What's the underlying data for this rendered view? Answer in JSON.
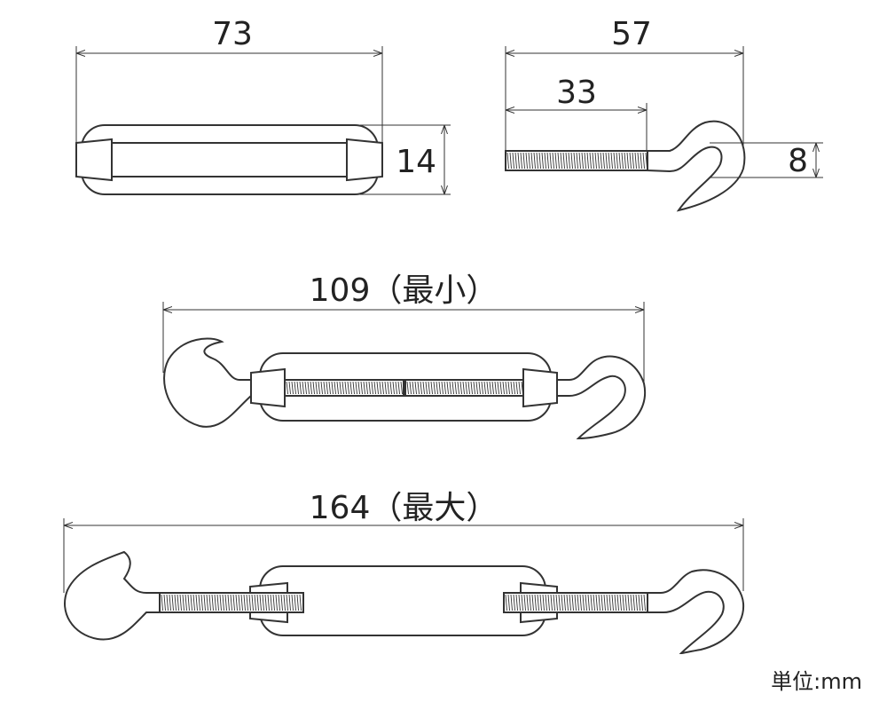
{
  "dimensions": {
    "body_length": "73",
    "body_height": "14",
    "hook_length": "57",
    "thread_length": "33",
    "hook_diameter": "8",
    "min_length": "109（最小）",
    "max_length": "164（最大）"
  },
  "unit_label": "単位:mm",
  "colors": {
    "line": "#333333",
    "background": "#ffffff"
  }
}
